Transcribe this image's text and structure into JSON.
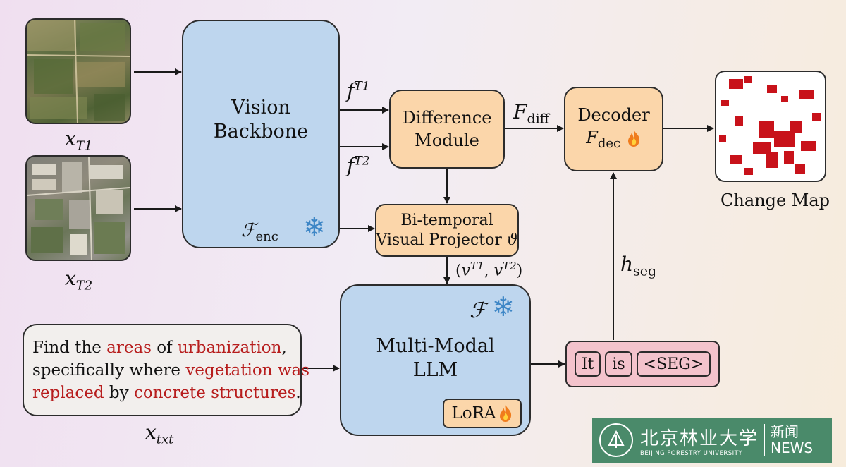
{
  "inputs": {
    "t1_label": "x",
    "t1_sub": "T1",
    "t2_label": "x",
    "t2_sub": "T2",
    "txt_label": "x",
    "txt_sub": "txt"
  },
  "vision_backbone": {
    "title_line1": "Vision",
    "title_line2": "Backbone",
    "func": "ℱ",
    "func_sub": "enc",
    "frozen_icon": "snowflake-icon"
  },
  "features": {
    "f_base": "f",
    "f_t1_sup": "T1",
    "f_t2_sup": "T2"
  },
  "difference_module": {
    "title_line1": "Difference",
    "title_line2": "Module"
  },
  "f_diff": {
    "base": "F",
    "sub": "diff"
  },
  "decoder": {
    "title": "Decoder",
    "func": "F",
    "func_sub": "dec",
    "trainable_icon": "flame-icon"
  },
  "change_map": {
    "label": "Change Map"
  },
  "projector": {
    "title_line1": "Bi-temporal",
    "title_line2": "Visual Projector",
    "symbol": "ϑ"
  },
  "tokens_v": "(vT1, vT2)",
  "tokens_v_parts": {
    "open": "(",
    "v1": "v",
    "v1_sup": "T1",
    "sep": ", ",
    "v2": "v",
    "v2_sup": "T2",
    "close": ")"
  },
  "llm": {
    "func": "ℱ",
    "title_line1": "Multi-Modal",
    "title_line2": "LLM",
    "lora_label": "LoRA",
    "frozen_icon": "snowflake-icon",
    "trainable_icon": "flame-icon"
  },
  "h_seg": {
    "base": "h",
    "sub": "seg"
  },
  "output_tokens": [
    "It",
    "is",
    "<SEG>"
  ],
  "prompt": {
    "seg1": "Find the ",
    "seg2": "areas",
    "seg3": " of ",
    "seg4": "urbanization",
    "seg5": ",",
    "seg6": "specifically where ",
    "seg7": "vegetation was",
    "seg8": "replaced",
    "seg9": " by ",
    "seg10": "concrete structures",
    "seg11": "."
  },
  "watermark": {
    "cn_name": "北京林业大学",
    "en_name": "BEIJING FORESTRY UNIVERSITY",
    "news_cn": "新闻",
    "news_en": "NEWS"
  },
  "colors": {
    "blue_box": "#bed6ee",
    "orange_box": "#fbd6aa",
    "pink_box": "#f3c3cc",
    "highlight_red": "#b71d1d",
    "snowflake": "#3d86c6",
    "change_red": "#c8121a"
  }
}
